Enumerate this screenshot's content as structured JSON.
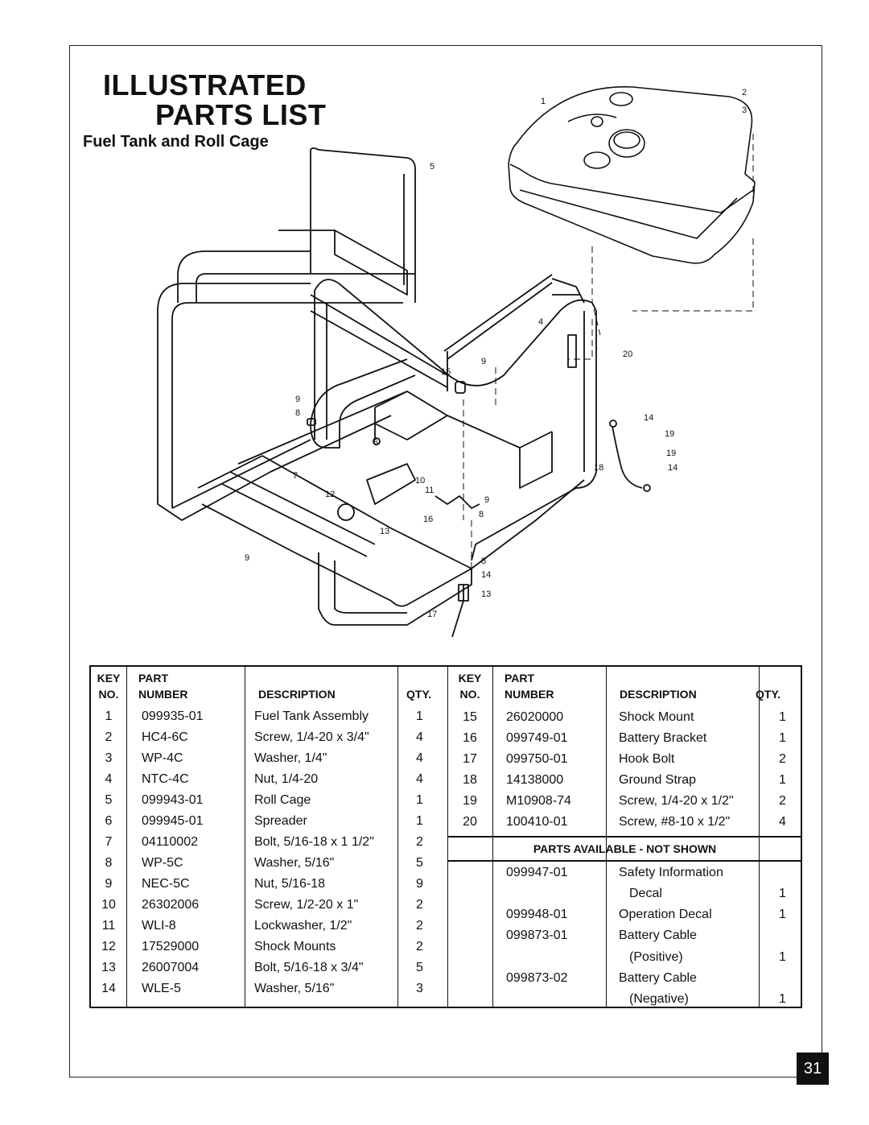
{
  "header": {
    "title_line1": "ILLUSTRATED",
    "title_line2": "PARTS LIST",
    "subtitle": "Fuel Tank and Roll Cage"
  },
  "diagram": {
    "callouts": [
      "1",
      "2",
      "3",
      "4",
      "5",
      "6",
      "7",
      "8",
      "9",
      "10",
      "11",
      "12",
      "13",
      "14",
      "15",
      "16",
      "17",
      "18",
      "19",
      "20"
    ]
  },
  "table": {
    "headers": {
      "key_no_top": "KEY",
      "key_no_bottom": "NO.",
      "part_top": "PART",
      "part_bottom": "NUMBER",
      "description": "DESCRIPTION",
      "qty": "QTY."
    },
    "left_rows": [
      {
        "key": "1",
        "part": "099935-01",
        "desc": "Fuel Tank Assembly",
        "qty": "1"
      },
      {
        "key": "2",
        "part": "HC4-6C",
        "desc": "Screw, 1/4-20 x 3/4\"",
        "qty": "4"
      },
      {
        "key": "3",
        "part": "WP-4C",
        "desc": "Washer, 1/4\"",
        "qty": "4"
      },
      {
        "key": "4",
        "part": "NTC-4C",
        "desc": "Nut, 1/4-20",
        "qty": "4"
      },
      {
        "key": "5",
        "part": "099943-01",
        "desc": "Roll Cage",
        "qty": "1"
      },
      {
        "key": "6",
        "part": "099945-01",
        "desc": "Spreader",
        "qty": "1"
      },
      {
        "key": "7",
        "part": "04110002",
        "desc": "Bolt, 5/16-18 x 1 1/2\"",
        "qty": "2"
      },
      {
        "key": "8",
        "part": "WP-5C",
        "desc": "Washer, 5/16\"",
        "qty": "5"
      },
      {
        "key": "9",
        "part": "NEC-5C",
        "desc": "Nut, 5/16-18",
        "qty": "9"
      },
      {
        "key": "10",
        "part": "26302006",
        "desc": "Screw, 1/2-20 x 1\"",
        "qty": "2"
      },
      {
        "key": "11",
        "part": "WLI-8",
        "desc": "Lockwasher, 1/2\"",
        "qty": "2"
      },
      {
        "key": "12",
        "part": "17529000",
        "desc": "Shock Mounts",
        "qty": "2"
      },
      {
        "key": "13",
        "part": "26007004",
        "desc": "Bolt, 5/16-18 x 3/4\"",
        "qty": "5"
      },
      {
        "key": "14",
        "part": "WLE-5",
        "desc": " Washer, 5/16\"",
        "qty": "3"
      }
    ],
    "right_rows": [
      {
        "key": "15",
        "part": "26020000",
        "desc": "Shock Mount",
        "qty": "1"
      },
      {
        "key": "16",
        "part": "099749-01",
        "desc": "Battery Bracket",
        "qty": "1"
      },
      {
        "key": "17",
        "part": "099750-01",
        "desc": "Hook Bolt",
        "qty": "2"
      },
      {
        "key": "18",
        "part": "14138000",
        "desc": "Ground Strap",
        "qty": "1"
      },
      {
        "key": "19",
        "part": "M10908-74",
        "desc": "Screw, 1/4-20 x 1/2\"",
        "qty": "2"
      },
      {
        "key": "20",
        "part": "100410-01",
        "desc": "Screw, #8-10 x 1/2\"",
        "qty": "4"
      }
    ],
    "not_shown_title": "PARTS AVAILABLE - NOT SHOWN",
    "not_shown_rows": [
      {
        "part": "099947-01",
        "desc1": "Safety Information",
        "desc2": "Decal",
        "qty": "1"
      },
      {
        "part": "099948-01",
        "desc1": "Operation Decal",
        "desc2": "",
        "qty": "1"
      },
      {
        "part": "099873-01",
        "desc1": "Battery Cable",
        "desc2": "(Positive)",
        "qty": "1"
      },
      {
        "part": "099873-02",
        "desc1": "Battery Cable",
        "desc2": "(Negative)",
        "qty": "1"
      }
    ]
  },
  "page_number": "31"
}
